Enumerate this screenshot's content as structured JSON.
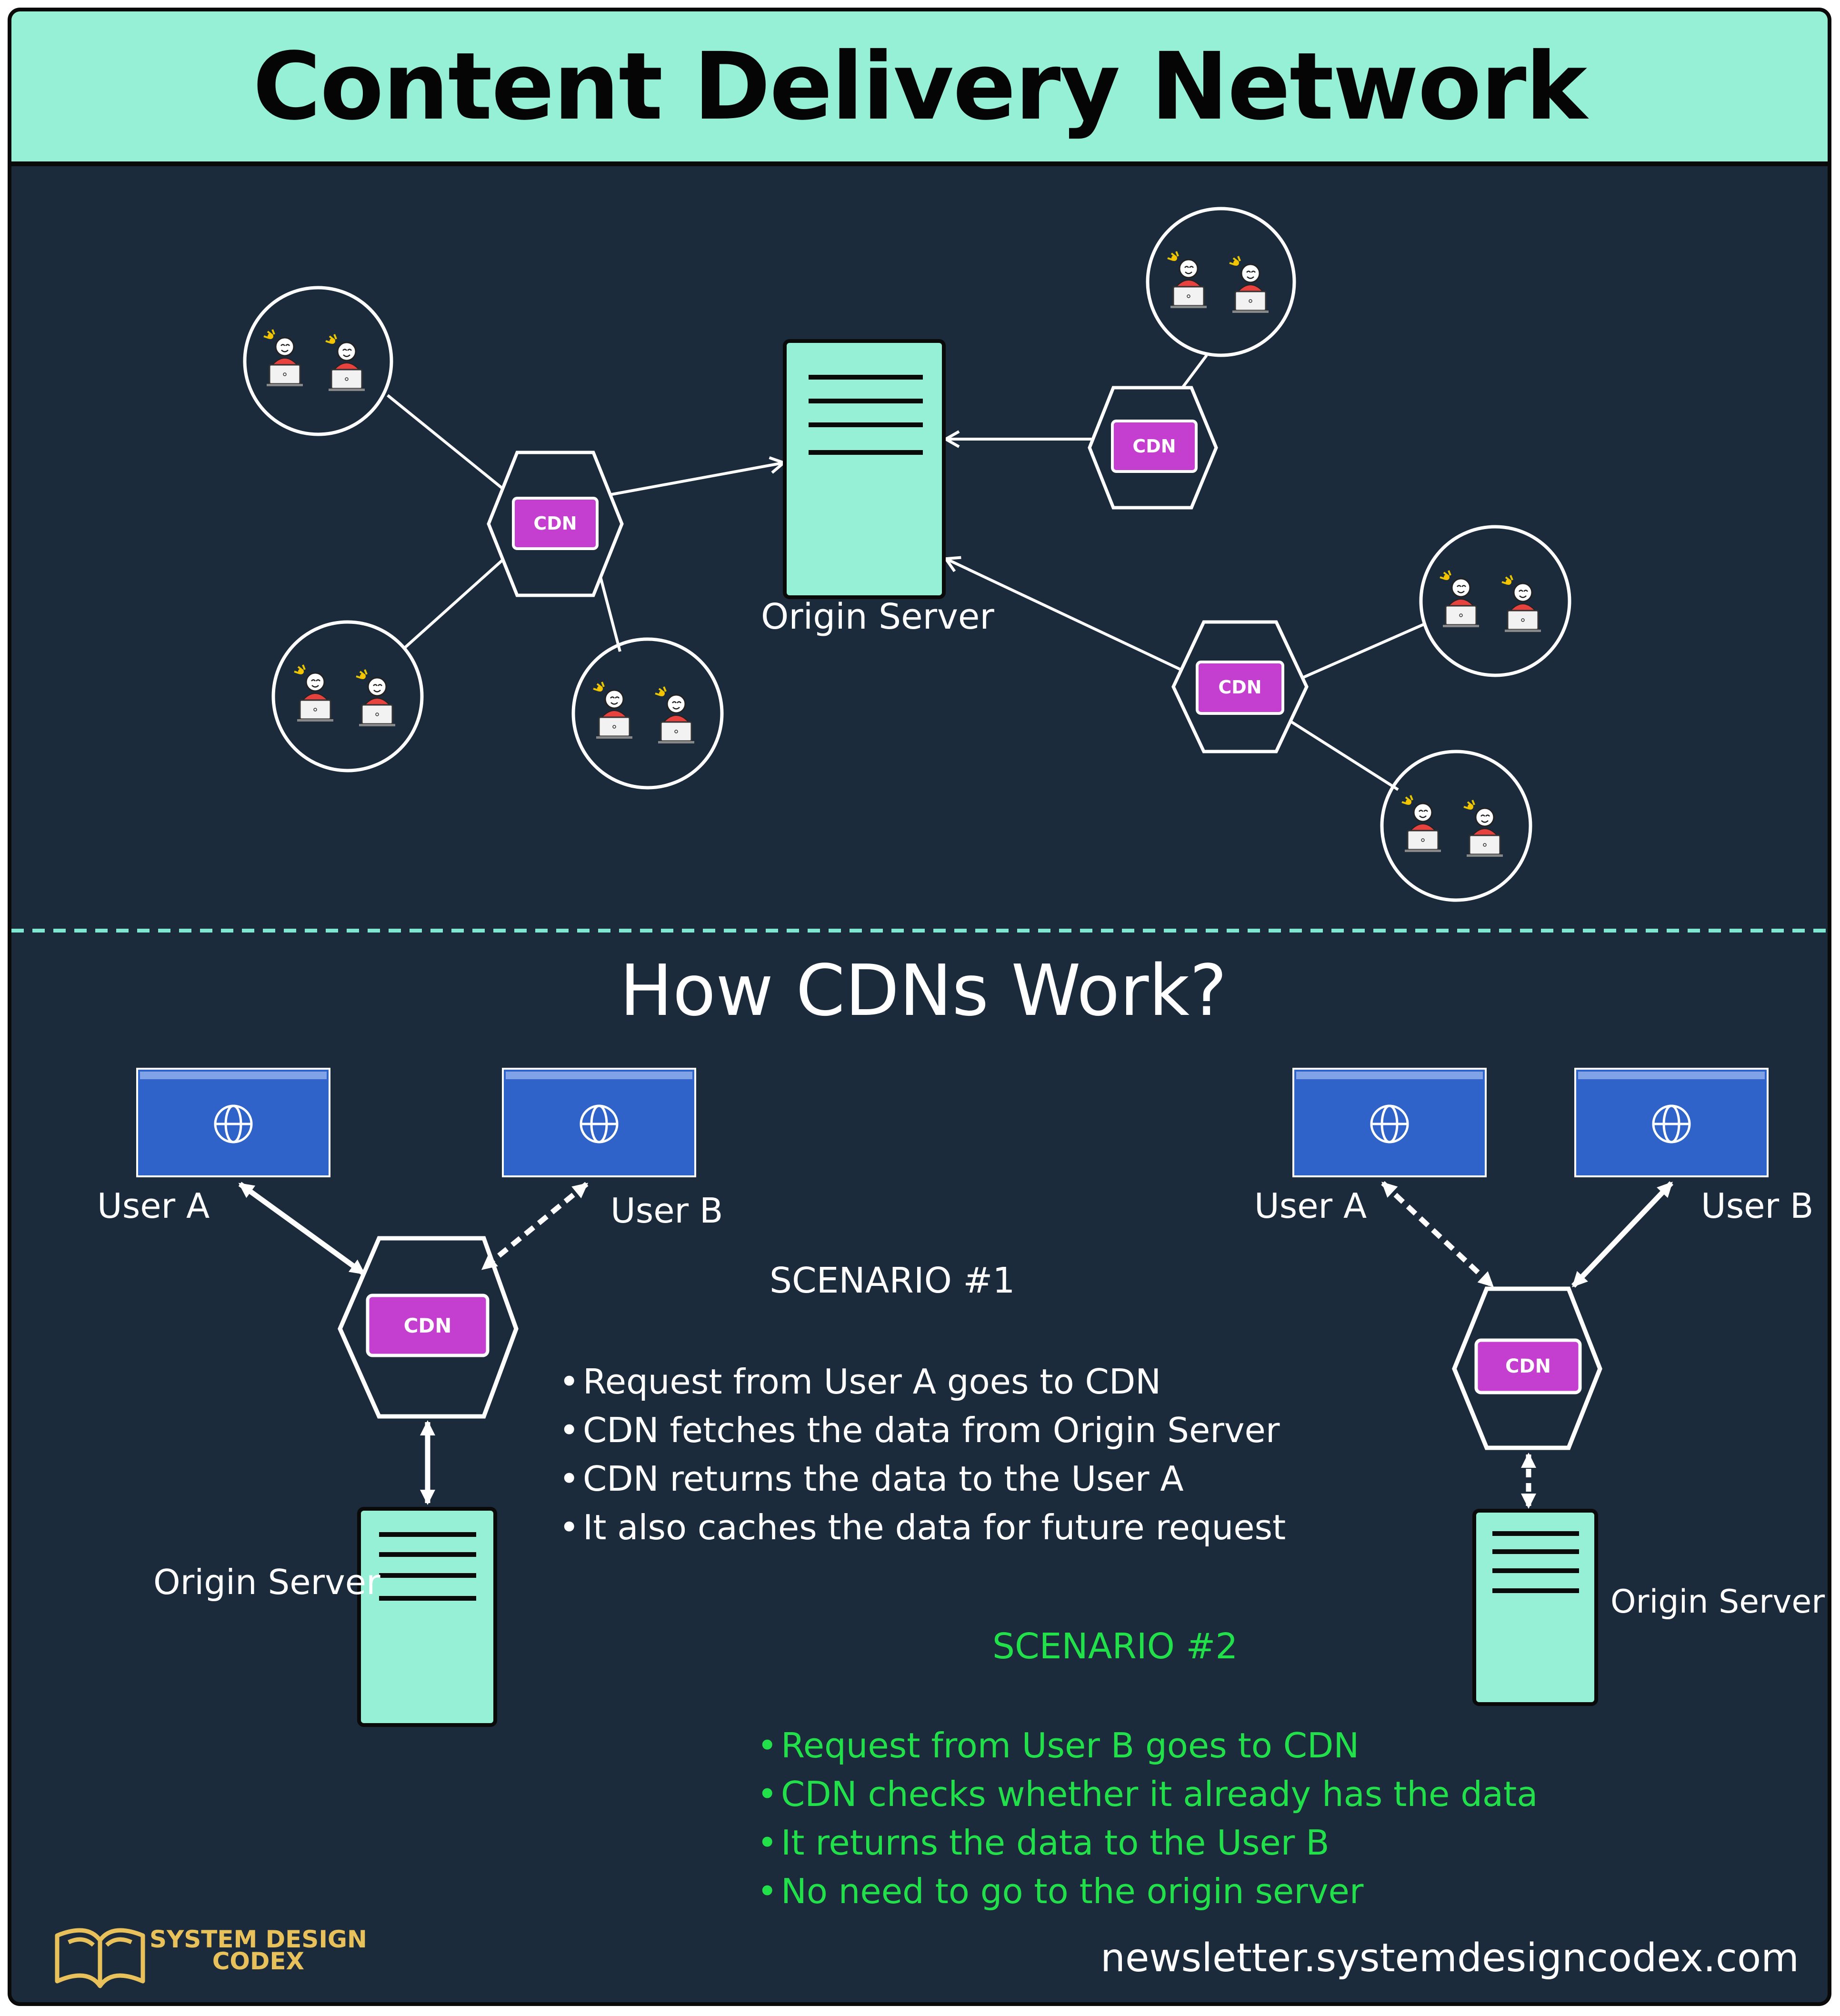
{
  "header": {
    "title": "Content Delivery Network"
  },
  "top_diagram": {
    "cdn_label": "CDN",
    "origin_label": "Origin Server"
  },
  "bottom": {
    "heading": "How CDNs Work?",
    "left": {
      "user_a": "User A",
      "user_b": "User B",
      "cdn_label": "CDN",
      "origin_label": "Origin Server"
    },
    "right": {
      "user_a": "User A",
      "user_b": "User B",
      "cdn_label": "CDN",
      "origin_label": "Origin Server"
    },
    "scenario1": {
      "title": "SCENARIO #1",
      "bullets": [
        "Request from User A goes to CDN",
        "CDN fetches the data from Origin Server",
        "CDN returns the data to the User A",
        "It also caches the data for future request"
      ]
    },
    "scenario2": {
      "title": "SCENARIO #2",
      "bullets": [
        "Request from User B goes to CDN",
        "CDN checks whether it already has the data",
        "It returns the data to the User B",
        "No need to go to the origin server"
      ]
    }
  },
  "footer": {
    "logo_line1": "SYSTEM DESIGN",
    "logo_line2": "CODEX",
    "url": "newsletter.systemdesigncodex.com"
  },
  "colors": {
    "background": "#1b2b3c",
    "mint": "#96f0d6",
    "cdn_purple": "#c43fcf",
    "browser_blue": "#2f63c9",
    "scenario2_green": "#21e04a",
    "divider": "#7fe6cf"
  },
  "icons": [
    "user-laptop-icon",
    "globe-icon",
    "book-logo-icon"
  ]
}
